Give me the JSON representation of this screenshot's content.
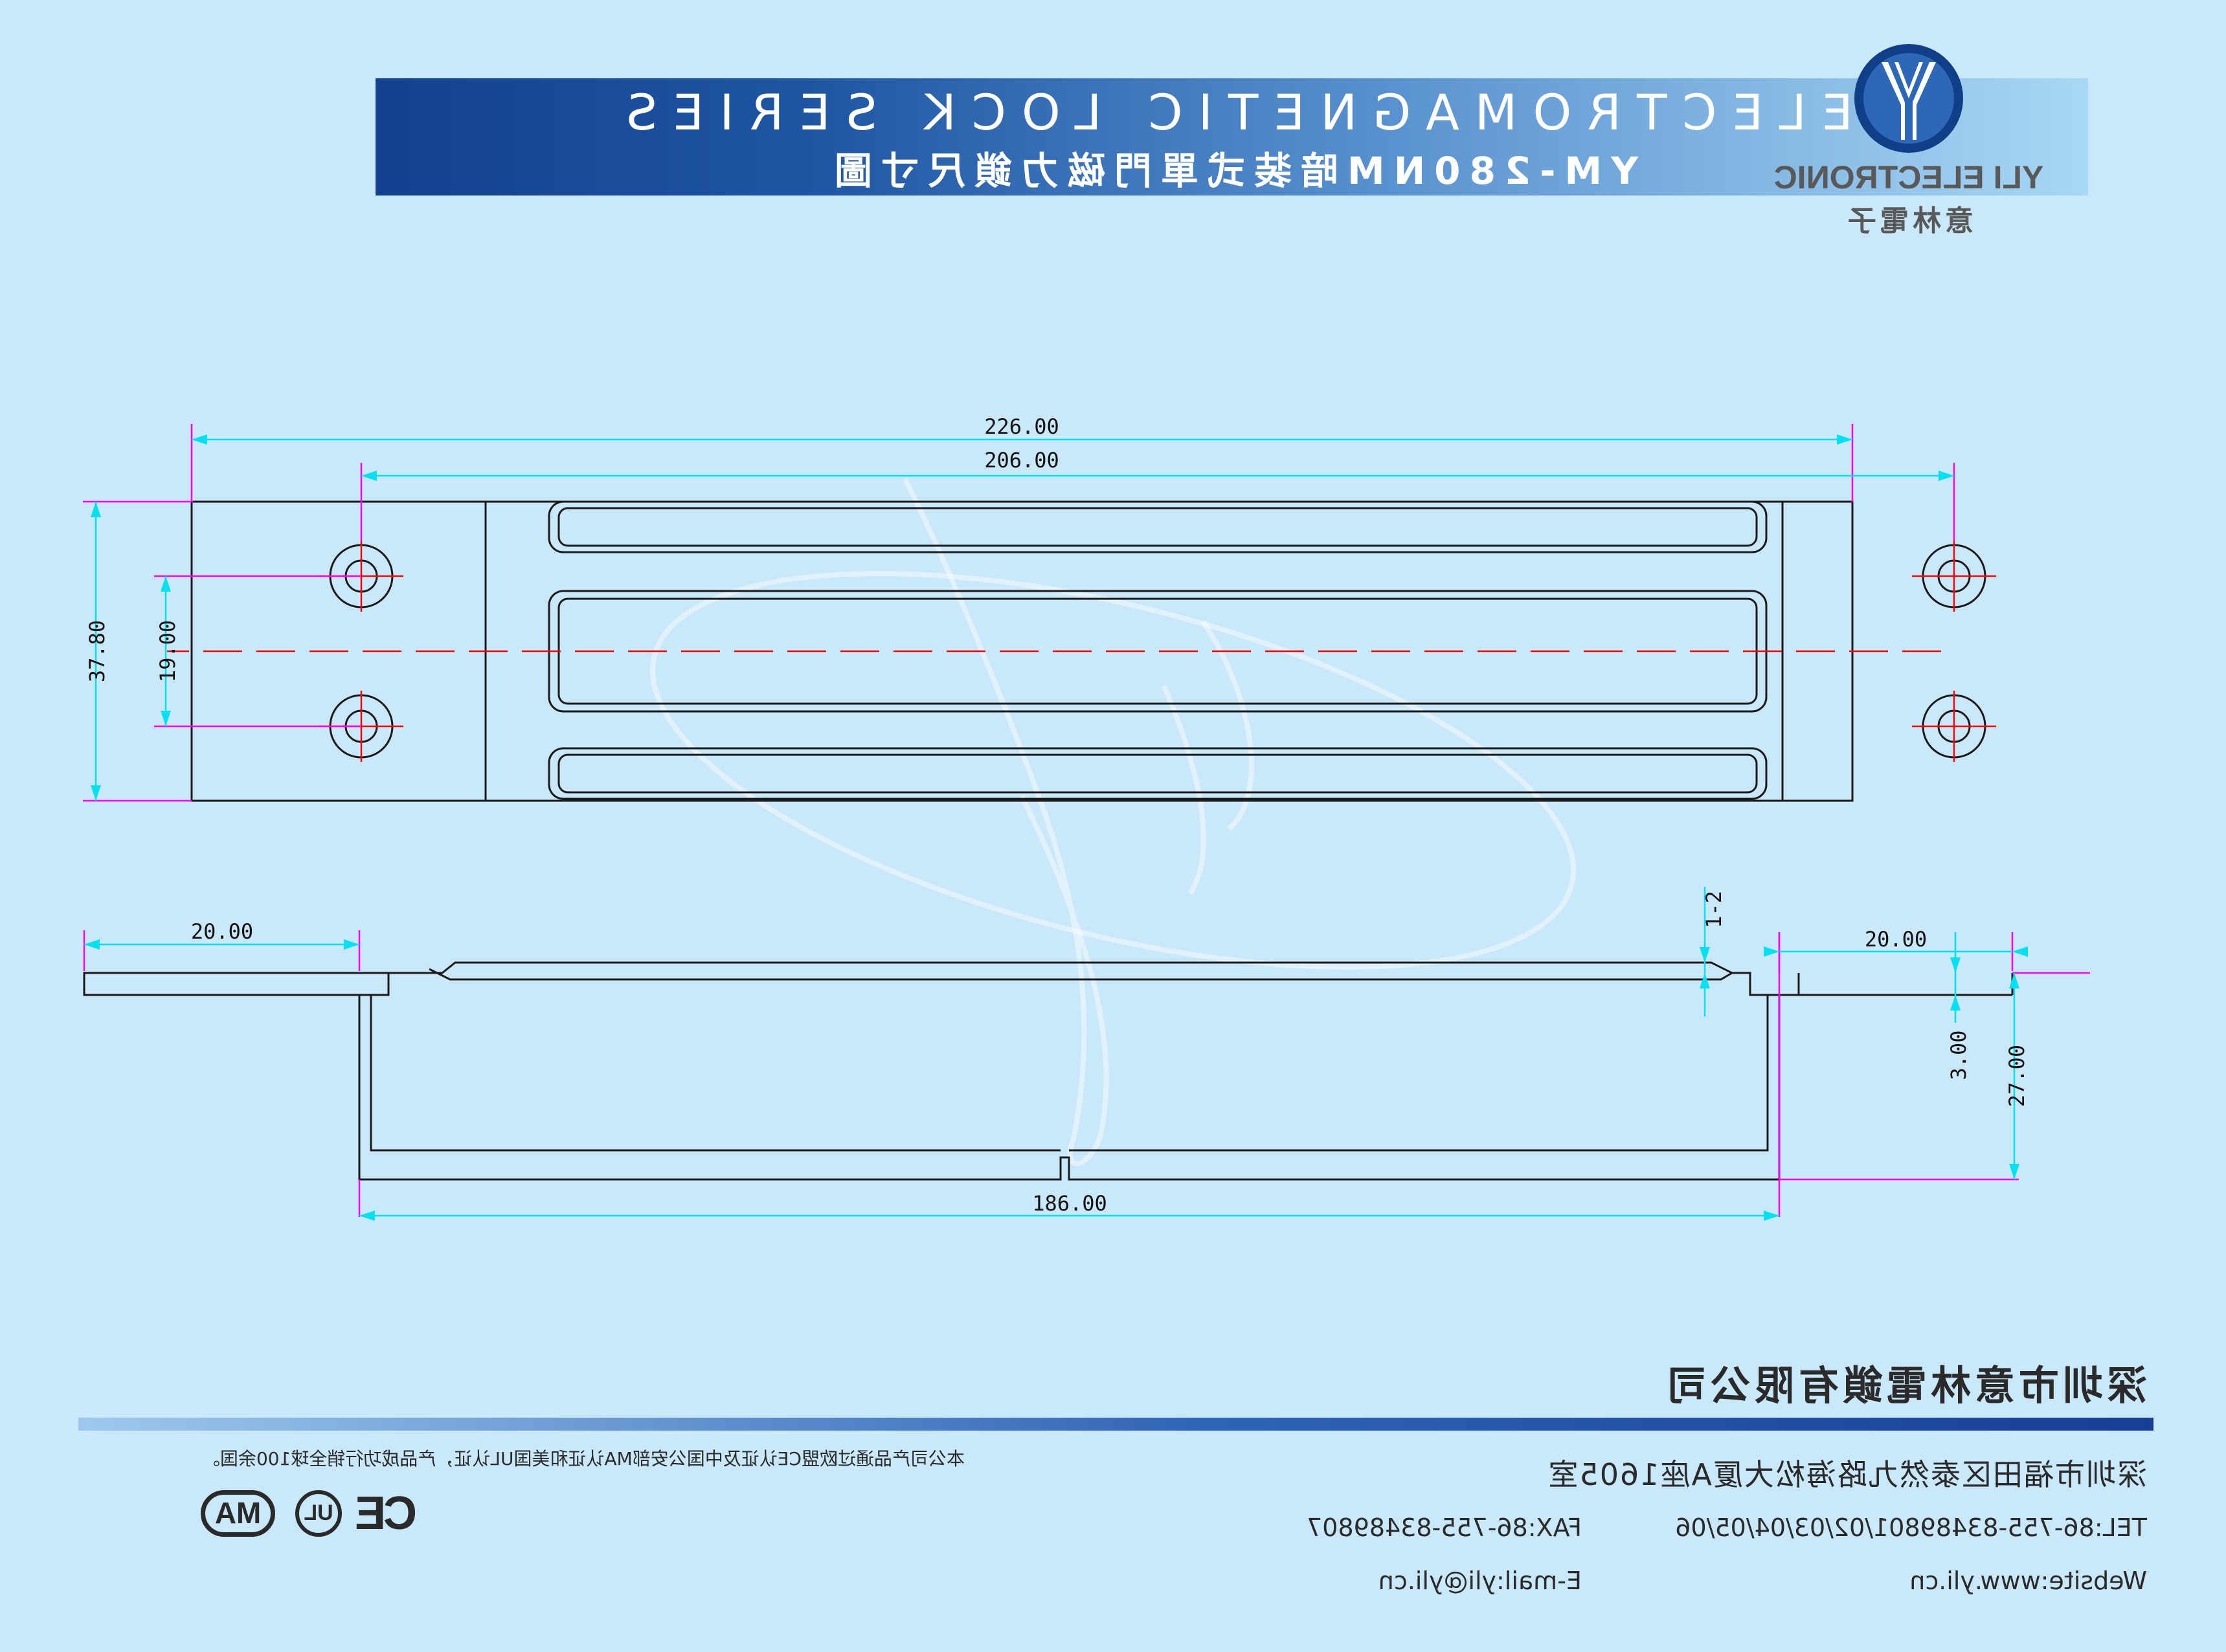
{
  "header": {
    "title": "ELECTROMAGNETIC LOCK SERIES",
    "subtitle": "YM-280NM暗装式單門磁力鎖尺寸圖"
  },
  "brand": {
    "name": "YLI ELECTRONIC",
    "name_cn": "意林電子",
    "logo_icon": "yli-y-logo-icon",
    "colors": {
      "accent": "#1e55a3",
      "logo_outer": "#0f3f86"
    }
  },
  "drawing": {
    "top_view": {
      "dim_overall_length": "226.00",
      "dim_inner_length": "206.00",
      "dim_height": "37.80",
      "dim_hole_spacing": "19.00"
    },
    "side_view": {
      "dim_left_flange": "20.00",
      "dim_right_flange": "20.00",
      "dim_bottom_length": "186.00",
      "dim_gap": "1-2",
      "dim_flange_thickness": "3.00",
      "dim_depth": "27.00"
    },
    "colors": {
      "outline": "#1a1a1a",
      "dimension": "#00e0f0",
      "extension": "#ff00ff",
      "centerline": "#ff0000"
    }
  },
  "footer": {
    "company_name": "深圳市意林電鎖有限公司",
    "address": "深圳市福田区泰然九路海松大厦A座1605室",
    "tel": "TEL:86-755-83489801/02/03/04/05/06",
    "fax": "FAX:86-755-83489807",
    "website": "Website:www.yli.cn",
    "email": "E-mail:yli@yli.cn",
    "cert_note": "本公司产品通过欧盟CE认证及中国公安部MA认证和美国UL认证，产品成功行销全球100余国。",
    "certs": {
      "ma": "MA",
      "ul": "UL",
      "ce": "CE"
    }
  }
}
